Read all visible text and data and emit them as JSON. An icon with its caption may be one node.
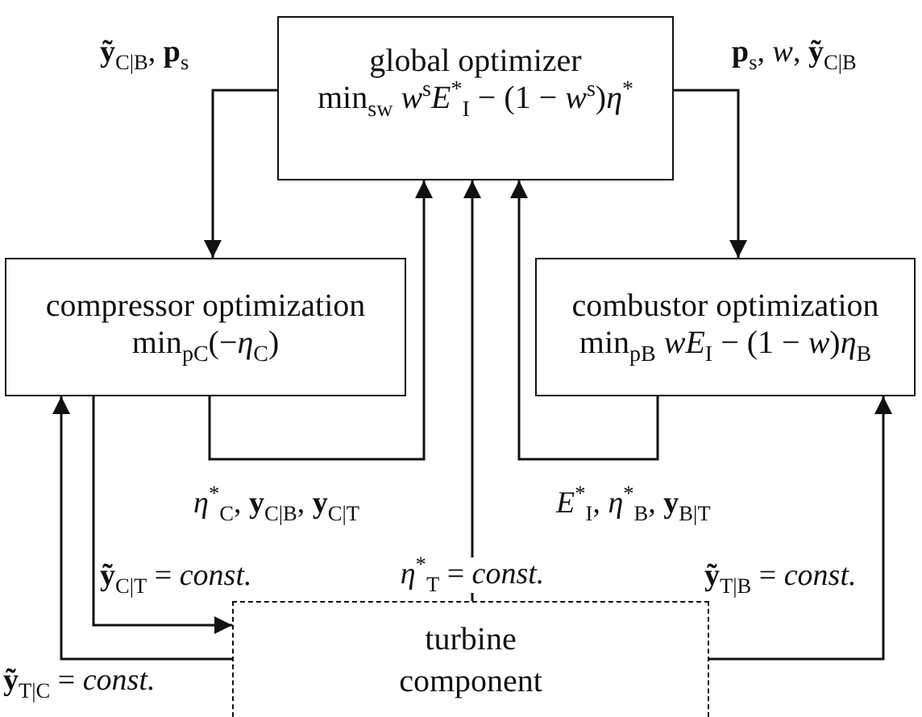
{
  "diagram": {
    "nodes": [
      {
        "text": [
          "global optimizer",
          "min$_{sw}$ *w*$^{s}$*E*$^{*}$$_{I}$ − (1 − *w*$^{s}$)*η*$^{*}$"
        ]
      },
      {
        "text": [
          "compressor optimization",
          "min$_{pC}$(−*η*$_{C}$)"
        ]
      },
      {
        "text": [
          "combustor optimization",
          "min$_{pB}$ *wE*$_{I}$ − (1 − *w*)*η*$_{B}$"
        ]
      },
      {
        "text": [
          "turbine component"
        ]
      }
    ],
    "edges": [
      {
        "from": 0,
        "to": 1,
        "arrow": "to",
        "label": "**ỹ**$_{C|B}$, **p**$_{s}$"
      },
      {
        "from": 0,
        "to": 2,
        "arrow": "to",
        "label": "**p**$_{s}$, *w*, **ỹ**$_{C|B}$"
      },
      {
        "from": 1,
        "to": 0,
        "arrow": "to",
        "label": "*η*$^{*}$$_{C}$, **y**$_{C|B}$, **y**$_{C|T}$"
      },
      {
        "from": 2,
        "to": 0,
        "arrow": "to",
        "label": "*E*$^{*}$$_{I}$, *η*$^{*}$$_{B}$, **y**$_{B|T}$"
      },
      {
        "from": 3,
        "to": 0,
        "arrow": "to",
        "label": "*η*$^{*}$$_{T}$ = *const.*"
      },
      {
        "from": 1,
        "to": 3,
        "arrow": "to",
        "label": "**ỹ**$_{C|T}$ = *const.*"
      },
      {
        "from": 3,
        "to": 1,
        "arrow": "to",
        "label": "**ỹ**$_{T|C}$ = *const.*"
      },
      {
        "from": 3,
        "to": 2,
        "arrow": "to",
        "label": "**ỹ**$_{T|B}$ = *const.*"
      }
    ]
  }
}
